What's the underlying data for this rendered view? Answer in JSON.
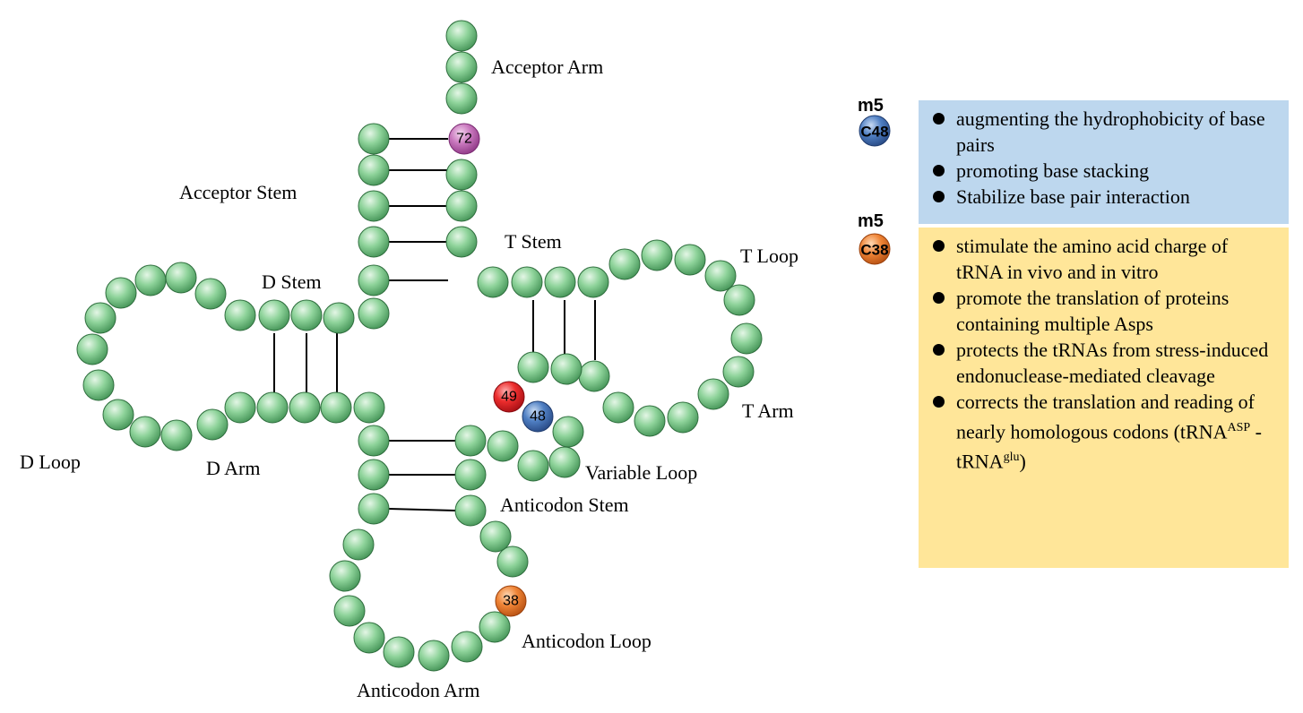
{
  "diagram": {
    "labels": {
      "acceptor_arm": "Acceptor Arm",
      "acceptor_stem": "Acceptor Stem",
      "t_stem": "T Stem",
      "t_loop": "T Loop",
      "t_arm": "T Arm",
      "d_stem": "D Stem",
      "d_loop": "D Loop",
      "d_arm": "D Arm",
      "variable_loop": "Variable Loop",
      "anticodon_stem": "Anticodon Stem",
      "anticodon_loop": "Anticodon Loop",
      "anticodon_arm": "Anticodon Arm"
    },
    "marked_nucleotides": {
      "n72": "72",
      "n49": "49",
      "n48": "48",
      "n38": "38"
    },
    "colors": {
      "nucleotide": "#6cc07c",
      "pos72": "#c061b5",
      "pos49": "#e8222a",
      "pos48": "#3c6cb0",
      "pos38": "#e9762a"
    }
  },
  "legend": {
    "m5C48": {
      "superscript": "m5",
      "base": "C48",
      "color": "#3c6cb0",
      "items": [
        "augmenting the hydrophobicity of base pairs",
        "promoting base stacking",
        "Stabilize base pair interaction"
      ],
      "bg_color": "#bdd7ee"
    },
    "m5C38": {
      "superscript": "m5",
      "base": "C38",
      "color": "#e9762a",
      "items": [
        "stimulate the amino acid charge of tRNA in vivo and in vitro",
        "promote the translation of proteins containing multiple Asps",
        "protects the tRNAs from stress-induced endonuclease-mediated cleavage"
      ],
      "last_item": {
        "text": "corrects the translation and reading of nearly homologous codons (tRNA",
        "sup1": "ASP",
        "mid": " -tRNA",
        "sup2": "glu",
        "end": ")"
      },
      "bg_color": "#ffe699"
    }
  }
}
